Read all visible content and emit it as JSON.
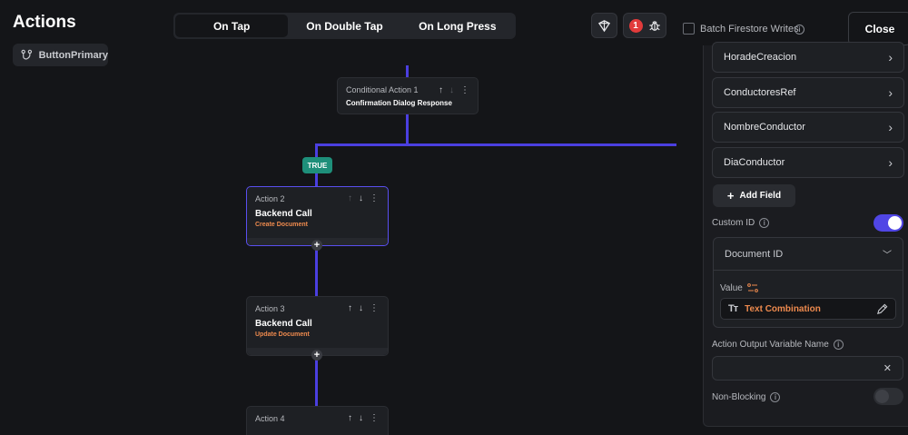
{
  "header": {
    "title": "Actions",
    "widget_name": "ButtonPrimary",
    "tabs": [
      {
        "label": "On Tap",
        "active": true
      },
      {
        "label": "On Double Tap",
        "active": false
      },
      {
        "label": "On Long Press",
        "active": false
      }
    ],
    "error_count": "1",
    "batch_label": "Batch Firestore Writes",
    "close_label": "Close"
  },
  "canvas": {
    "conditional": {
      "label": "Conditional Action 1",
      "title": "Confirmation Dialog Response"
    },
    "true_badge": "TRUE",
    "actions": [
      {
        "label": "Action 2",
        "title": "Backend Call",
        "subtitle": "Create Document"
      },
      {
        "label": "Action 3",
        "title": "Backend Call",
        "subtitle": "Update Document"
      },
      {
        "label": "Action 4"
      }
    ]
  },
  "panel": {
    "fields": [
      "HoradeCreacion",
      "ConductoresRef",
      "NombreConductor",
      "DiaConductor"
    ],
    "add_field_label": "Add Field",
    "custom_id_label": "Custom ID",
    "custom_id_enabled": true,
    "document_id_label": "Document ID",
    "value_label": "Value",
    "value_source": "Text Combination",
    "output_var_label": "Action Output Variable Name",
    "output_var_value": "",
    "non_blocking_label": "Non-Blocking",
    "non_blocking_enabled": false
  },
  "colors": {
    "accent": "#5046e5",
    "line": "#4b3fe0",
    "true_badge": "#1e8f7a",
    "subtitle_orange": "#ee8a4e",
    "error_red": "#e23b3b"
  }
}
